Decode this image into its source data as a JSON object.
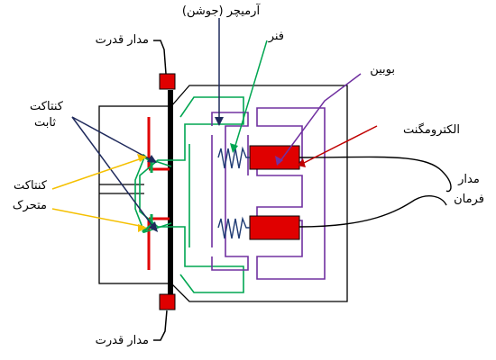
{
  "labels": {
    "armature": "آرمیچر (جوشن)",
    "spring": "فنر",
    "coil": "بوبین",
    "electromagnet": "الکترومگنت",
    "power_circuit_top": "مدار قدرت",
    "power_circuit_bottom": "مدار قدرت",
    "fixed_contact_line1": "کنتاکت",
    "fixed_contact_line2": "ثابت",
    "moving_contact_line1": "کنتاکت",
    "moving_contact_line2": "متحرک",
    "control_circuit_line1": "مدار",
    "control_circuit_line2": "فرمان"
  },
  "colors": {
    "frame": "#000000",
    "armature": "#00a651",
    "electromagnet_core": "#7030a0",
    "coil": "#e00000",
    "fixed_contact": "#e00000",
    "terminal": "#e00000",
    "spring": "#1f3b73",
    "pointer_dark": "#1f2a5c",
    "pointer_contact": "#f5c000",
    "pointer_coil": "#c00000"
  }
}
